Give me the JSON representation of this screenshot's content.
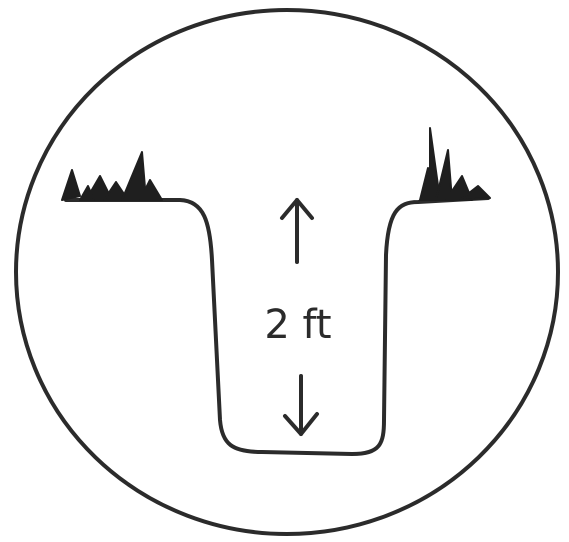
{
  "diagram": {
    "depth_label": "2 ft",
    "line_color": "#2b2b2b",
    "grass_color": "#1f1f1f",
    "background_color": "#ffffff",
    "icons": [
      "circle-frame",
      "trench-outline",
      "up-arrow-icon",
      "down-arrow-icon",
      "grass-tuft-icon"
    ]
  }
}
